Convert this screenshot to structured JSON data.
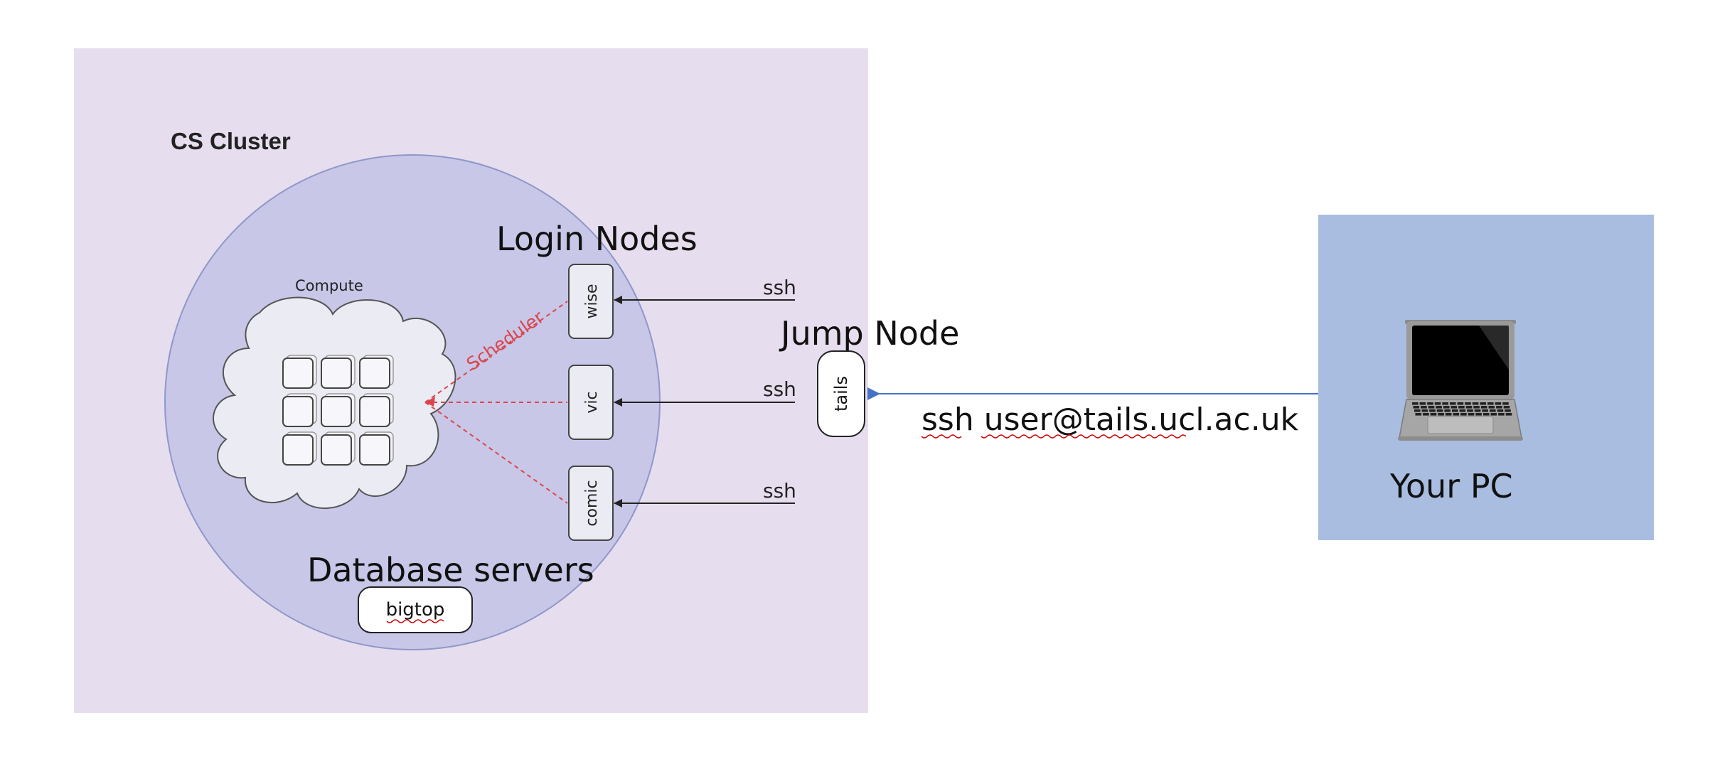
{
  "cluster": {
    "title": "CS Cluster",
    "compute_label": "Compute",
    "scheduler_label": "Scheduler",
    "login_nodes_title": "Login Nodes",
    "login_nodes": [
      "wise",
      "vic",
      "comic"
    ],
    "ssh_labels": [
      "ssh",
      "ssh",
      "ssh"
    ],
    "database_title": "Database servers",
    "database_node": "bigtop"
  },
  "jump": {
    "title": "Jump Node",
    "node": "tails",
    "command": "ssh user@tails.ucl.ac.uk"
  },
  "pc": {
    "label": "Your PC",
    "icon": "laptop-icon"
  },
  "colors": {
    "cluster_bg": "#e6deee",
    "circle_fill": "#c8c7e8",
    "circle_stroke": "#8f97c9",
    "pc_bg": "#a9bde0",
    "scheduler": "#d9474e",
    "arrow_blue": "#4472c4",
    "spellcheck": "#cc0000"
  }
}
